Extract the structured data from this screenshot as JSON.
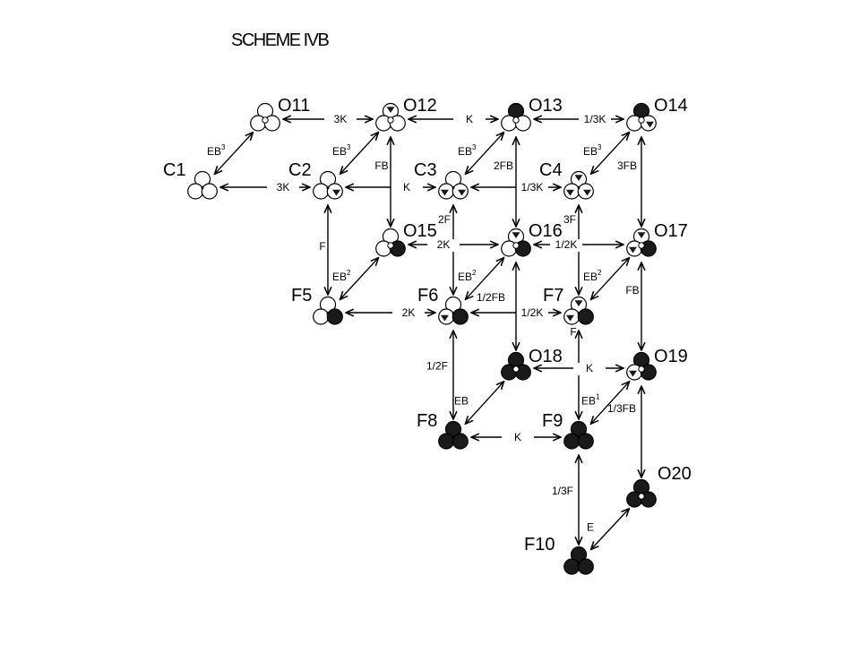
{
  "title": "SCHEME IVB",
  "colors": {
    "ink": "#000000",
    "paper": "#ffffff",
    "shade": "#1a1a1a"
  },
  "nodes": [
    {
      "id": "O11",
      "label": "O11",
      "petals": [
        0,
        0,
        0
      ],
      "hub": "O"
    },
    {
      "id": "O12",
      "label": "O12",
      "petals": [
        1,
        0,
        0
      ],
      "hub": "O"
    },
    {
      "id": "O13",
      "label": "O13",
      "petals": [
        2,
        0,
        0
      ],
      "hub": "O"
    },
    {
      "id": "O14",
      "label": "O14",
      "petals": [
        2,
        0,
        1
      ],
      "hub": "O"
    },
    {
      "id": "C1",
      "label": "C1",
      "petals": [
        0,
        0,
        0
      ],
      "hub": "C"
    },
    {
      "id": "C2",
      "label": "C2",
      "petals": [
        0,
        0,
        1
      ],
      "hub": "C"
    },
    {
      "id": "C3",
      "label": "C3",
      "petals": [
        0,
        1,
        1
      ],
      "hub": "C"
    },
    {
      "id": "C4",
      "label": "C4",
      "petals": [
        1,
        1,
        1
      ],
      "hub": "C"
    },
    {
      "id": "O15",
      "label": "O15",
      "petals": [
        0,
        0,
        2
      ],
      "hub": "O"
    },
    {
      "id": "O16",
      "label": "O16",
      "petals": [
        1,
        0,
        2
      ],
      "hub": "O"
    },
    {
      "id": "O17",
      "label": "O17",
      "petals": [
        1,
        1,
        2
      ],
      "hub": "O"
    },
    {
      "id": "F5",
      "label": "F5",
      "petals": [
        0,
        0,
        2
      ],
      "hub": "C"
    },
    {
      "id": "F6",
      "label": "F6",
      "petals": [
        0,
        1,
        2
      ],
      "hub": "C"
    },
    {
      "id": "F7",
      "label": "F7",
      "petals": [
        1,
        1,
        2
      ],
      "hub": "C"
    },
    {
      "id": "O18",
      "label": "O18",
      "petals": [
        2,
        2,
        2
      ],
      "hub": "O"
    },
    {
      "id": "O19",
      "label": "O19",
      "petals": [
        2,
        1,
        2
      ],
      "hub": "O"
    },
    {
      "id": "F8",
      "label": "F8",
      "petals": [
        2,
        2,
        2
      ],
      "hub": "C"
    },
    {
      "id": "F9",
      "label": "F9",
      "petals": [
        2,
        2,
        2
      ],
      "hub": "C"
    },
    {
      "id": "O20",
      "label": "O20",
      "petals": [
        2,
        2,
        2
      ],
      "hub": "O"
    },
    {
      "id": "F10",
      "label": "F10",
      "petals": [
        2,
        2,
        2
      ],
      "hub": "C"
    }
  ],
  "edges": [
    {
      "from": "O11",
      "to": "O12",
      "label": "3K"
    },
    {
      "from": "O12",
      "to": "O13",
      "label": "K"
    },
    {
      "from": "O13",
      "to": "O14",
      "label": "1/3K"
    },
    {
      "from": "C1",
      "to": "C2",
      "label": "3K"
    },
    {
      "from": "C2",
      "to": "C3",
      "label": "K"
    },
    {
      "from": "C3",
      "to": "C4",
      "label": "1/3K"
    },
    {
      "from": "C1",
      "to": "O11",
      "label": "EB",
      "sup": "3"
    },
    {
      "from": "C2",
      "to": "O12",
      "label": "EB",
      "sup": "3"
    },
    {
      "from": "C3",
      "to": "O13",
      "label": "EB",
      "sup": "3"
    },
    {
      "from": "C4",
      "to": "O14",
      "label": "EB",
      "sup": "3"
    },
    {
      "from": "O12",
      "to": "O15",
      "label": "FB"
    },
    {
      "from": "O13",
      "to": "O16",
      "label": "2FB"
    },
    {
      "from": "O14",
      "to": "O17",
      "label": "3FB"
    },
    {
      "from": "C2",
      "to": "F5",
      "label": "F"
    },
    {
      "from": "C3",
      "to": "F6",
      "label": "2F"
    },
    {
      "from": "C4",
      "to": "F7",
      "label": "3F"
    },
    {
      "from": "O15",
      "to": "O16",
      "label": "2K"
    },
    {
      "from": "O16",
      "to": "O17",
      "label": "1/2K"
    },
    {
      "from": "F5",
      "to": "O15",
      "label": "EB",
      "sup": "2"
    },
    {
      "from": "F6",
      "to": "O16",
      "label": "EB",
      "sup": "2"
    },
    {
      "from": "F7",
      "to": "O17",
      "label": "EB",
      "sup": "2"
    },
    {
      "from": "F5",
      "to": "F6",
      "label": "2K"
    },
    {
      "from": "F6",
      "to": "F7",
      "label": "1/2K"
    },
    {
      "from": "O16",
      "to": "O18",
      "label": "1/2FB"
    },
    {
      "from": "O17",
      "to": "O19",
      "label": "FB"
    },
    {
      "from": "F6",
      "to": "F8",
      "label": "1/2F"
    },
    {
      "from": "F7",
      "to": "F9",
      "label": "F"
    },
    {
      "from": "O18",
      "to": "O19",
      "label": "K"
    },
    {
      "from": "F8",
      "to": "O18",
      "label": "EB"
    },
    {
      "from": "F9",
      "to": "O19",
      "label": "EB",
      "sup": "1"
    },
    {
      "from": "F8",
      "to": "F9",
      "label": "K"
    },
    {
      "from": "O19",
      "to": "O20",
      "label": "1/3FB"
    },
    {
      "from": "F9",
      "to": "F10",
      "label": "1/3F"
    },
    {
      "from": "F10",
      "to": "O20",
      "label": "E"
    }
  ]
}
